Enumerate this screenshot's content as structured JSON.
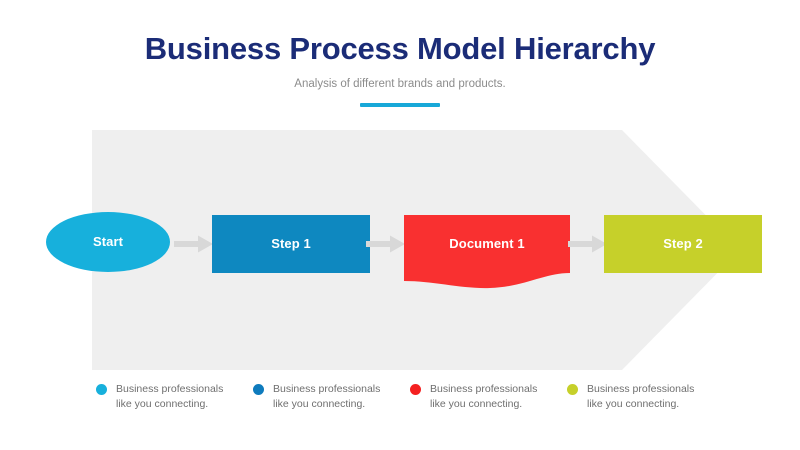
{
  "header": {
    "title": "Business Process Model Hierarchy",
    "subtitle": "Analysis of different brands and products.",
    "divider_color": "#17a8d8",
    "title_color": "#1b2c77"
  },
  "diagram": {
    "type": "process-flow",
    "background_shape": "right-pointing-arrow",
    "background_color": "#efefef",
    "arrow_connector_color": "#d8d8d8",
    "nodes": [
      {
        "id": "start",
        "label": "Start",
        "shape": "ellipse",
        "color": "#17b0dc"
      },
      {
        "id": "step1",
        "label": "Step 1",
        "shape": "rectangle",
        "color": "#0e88c0"
      },
      {
        "id": "document1",
        "label": "Document 1",
        "shape": "document",
        "color": "#f93030"
      },
      {
        "id": "step2",
        "label": "Step 2",
        "shape": "rectangle",
        "color": "#c6d02a"
      }
    ],
    "connectors": [
      {
        "from": "start",
        "to": "step1"
      },
      {
        "from": "step1",
        "to": "document1"
      },
      {
        "from": "document1",
        "to": "step2"
      }
    ]
  },
  "legend": {
    "items": [
      {
        "color": "#17b0dc",
        "text": "Business professionals like you connecting."
      },
      {
        "color": "#0e7bbd",
        "text": "Business professionals like you connecting."
      },
      {
        "color": "#f42020",
        "text": "Business professionals like you connecting."
      },
      {
        "color": "#c6d02a",
        "text": "Business professionals like you connecting."
      }
    ]
  }
}
